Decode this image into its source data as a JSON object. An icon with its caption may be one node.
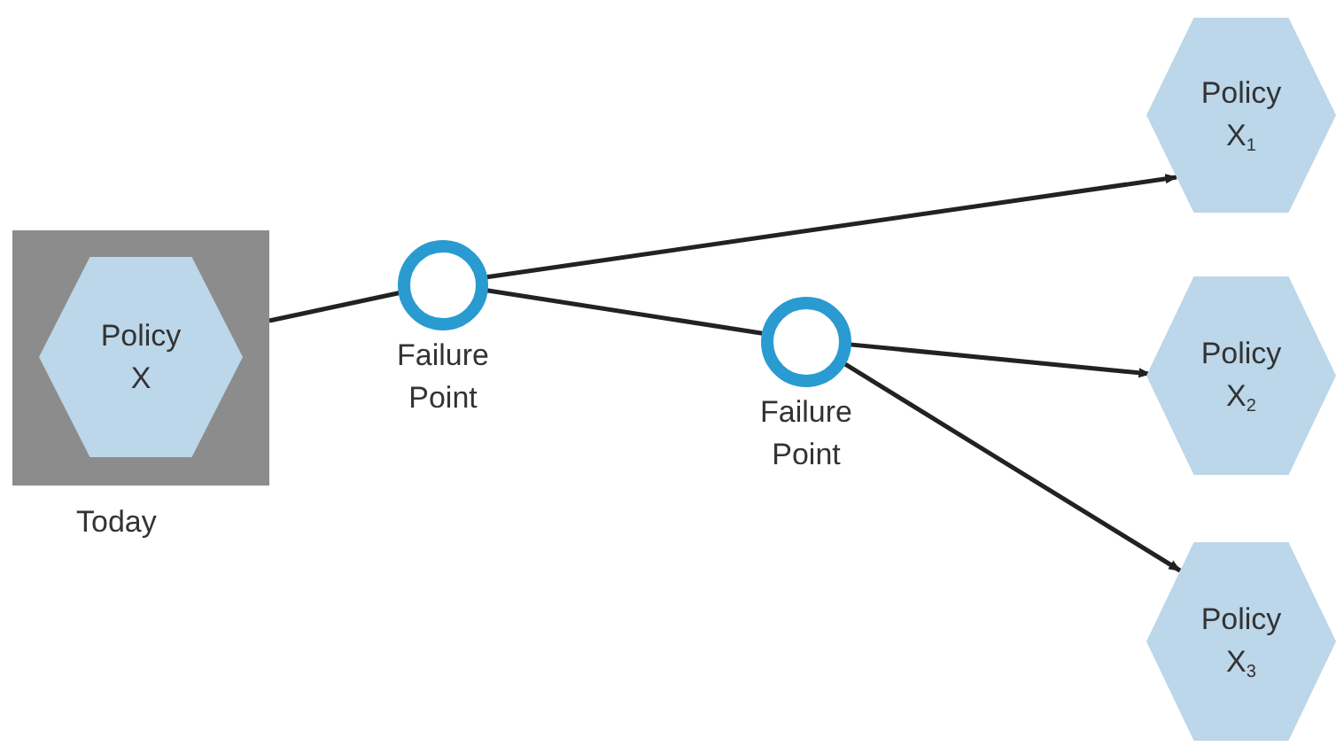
{
  "diagram": {
    "nodes": [
      {
        "text": [],
        "shape": "box",
        "beside": [
          "Today"
        ]
      },
      {
        "text": [
          "Policy X"
        ],
        "in": 0
      },
      {
        "text": [
          "Failure Point"
        ]
      },
      {
        "text": [
          "Failure Point"
        ]
      },
      {
        "text": [
          "Policy X$_{1}$"
        ]
      },
      {
        "text": [
          "Policy X$_{2}$"
        ]
      },
      {
        "text": [
          "Policy X$_{3}$"
        ]
      }
    ],
    "edges": [
      {
        "from": 0,
        "to": 2,
        "arrow": "none"
      },
      {
        "from": 2,
        "to": 4,
        "arrow": "to"
      },
      {
        "from": 2,
        "to": 3,
        "arrow": "none"
      },
      {
        "from": 3,
        "to": 5,
        "arrow": "to"
      },
      {
        "from": 3,
        "to": 6,
        "arrow": "to"
      }
    ]
  }
}
